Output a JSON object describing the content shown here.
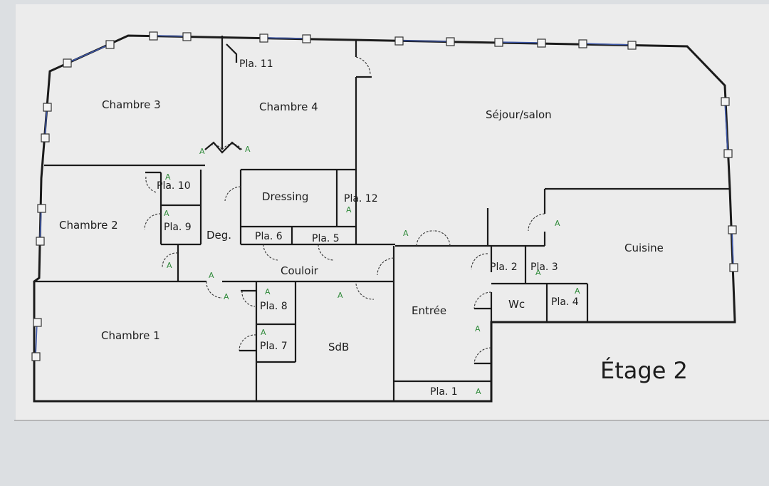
{
  "title": "Étage 2",
  "rooms": {
    "chambre3": "Chambre 3",
    "chambre4": "Chambre 4",
    "sejour": "Séjour/salon",
    "chambre2": "Chambre 2",
    "dressing": "Dressing",
    "deg": "Deg.",
    "cuisine": "Cuisine",
    "couloir": "Couloir",
    "chambre1": "Chambre 1",
    "entree": "Entrée",
    "wc": "Wc",
    "sdb": "SdB"
  },
  "closets": {
    "pla1": "Pla. 1",
    "pla2": "Pla. 2",
    "pla3": "Pla. 3",
    "pla4": "Pla. 4",
    "pla5": "Pla. 5",
    "pla6": "Pla. 6",
    "pla7": "Pla. 7",
    "pla8": "Pla. 8",
    "pla9": "Pla. 9",
    "pla10": "Pla. 10",
    "pla11": "Pla. 11",
    "pla12": "Pla. 12"
  },
  "marker": "A",
  "colors": {
    "wall": "#1b1b1b",
    "window": "#3d57a8",
    "marker": "#2f8a3a",
    "paper": "#ececec"
  }
}
